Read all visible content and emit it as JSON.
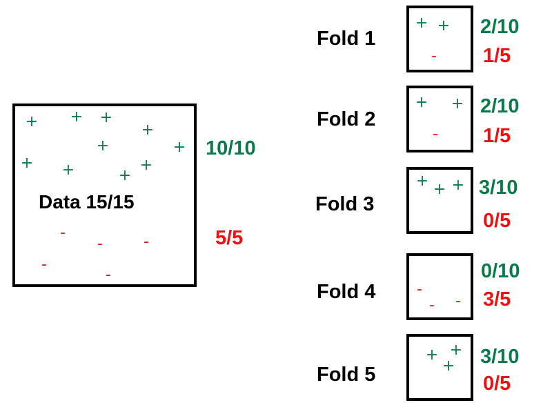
{
  "colors": {
    "positive": "#0a7a4a",
    "negative": "#ee1111",
    "border": "#000000"
  },
  "symbols": {
    "positive": "+",
    "negative": "-"
  },
  "data_block": {
    "label": "Data 15/15",
    "positive_count": "10/10",
    "negative_count": "5/5"
  },
  "folds": [
    {
      "label": "Fold 1",
      "positive_count": "2/10",
      "negative_count": "1/5"
    },
    {
      "label": "Fold 2",
      "positive_count": "2/10",
      "negative_count": "1/5"
    },
    {
      "label": "Fold 3",
      "positive_count": "3/10",
      "negative_count": "0/5"
    },
    {
      "label": "Fold 4",
      "positive_count": "0/10",
      "negative_count": "3/5"
    },
    {
      "label": "Fold 5",
      "positive_count": "3/10",
      "negative_count": "0/5"
    }
  ]
}
